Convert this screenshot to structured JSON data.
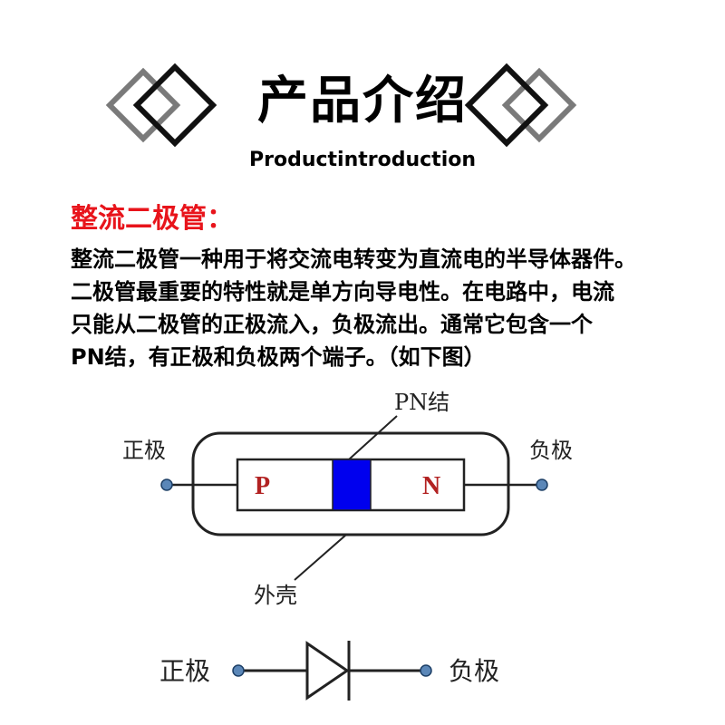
{
  "header": {
    "title": "产品介绍",
    "subtitle": "Productintroduction"
  },
  "section": {
    "heading": "整流二极管：",
    "lines": [
      "整流二极管一种用于将交流电转变为直流电的半导体器件。",
      "二极管最重要的特性就是单方向导电性。在电路中，电流",
      "只能从二极管的正极流入，负极流出。通常它包含一个",
      "PN结，有正极和负极两个端子。（如下图）"
    ]
  },
  "diagram": {
    "pn_junction_label": "PN结",
    "anode_label": "正极",
    "cathode_label": "负极",
    "p_label": "P",
    "n_label": "N",
    "casing_label": "外壳",
    "symbol_anode_label": "正极",
    "symbol_cathode_label": "负极"
  },
  "colors": {
    "heading_red": "#e8141b",
    "junction_blue": "#0000ee",
    "pn_letter_red": "#b22222",
    "terminal_dot": "#5b87b8",
    "decor_dark": "#111111",
    "decor_gray": "#7a7a7a"
  }
}
